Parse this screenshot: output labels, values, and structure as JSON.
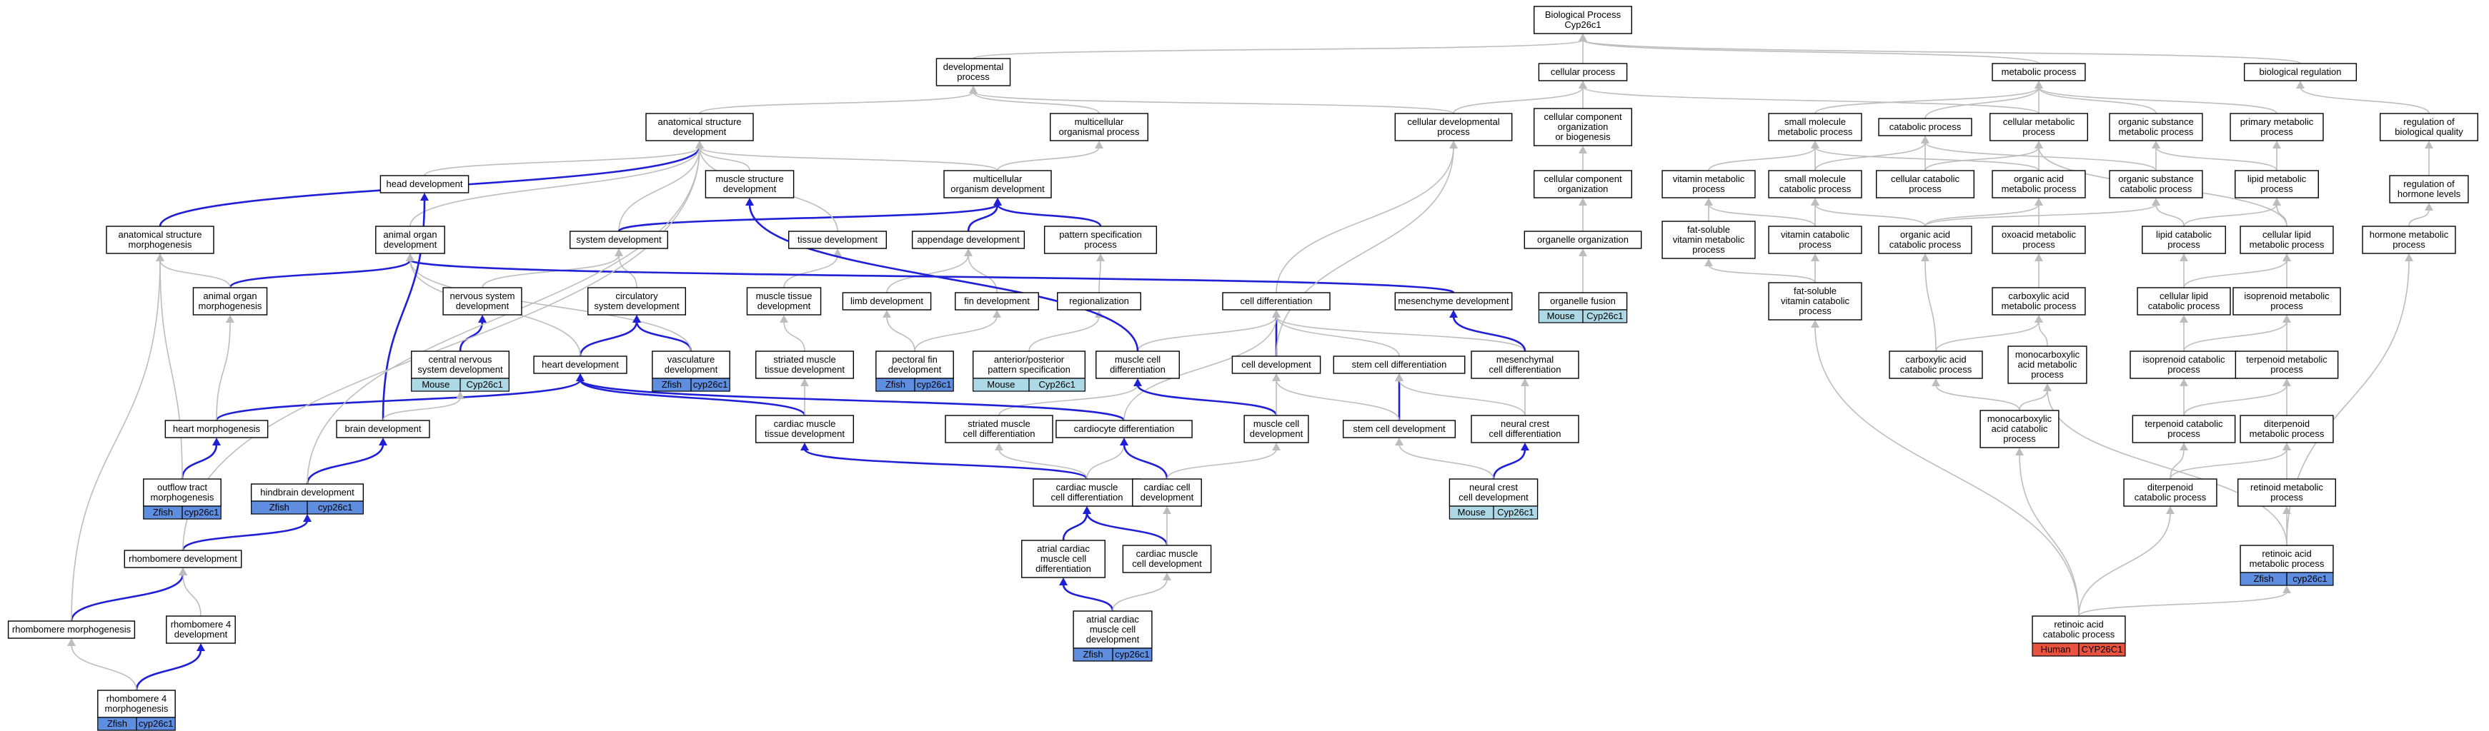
{
  "nodes": [
    {
      "id": "bp",
      "lines": [
        "Biological Process",
        "Cyp26c1"
      ]
    },
    {
      "id": "devp",
      "lines": [
        "developmental",
        "process"
      ]
    },
    {
      "id": "cellp",
      "lines": [
        "cellular process"
      ]
    },
    {
      "id": "metp",
      "lines": [
        "metabolic process"
      ]
    },
    {
      "id": "breg",
      "lines": [
        "biological regulation"
      ]
    },
    {
      "id": "asd",
      "lines": [
        "anatomical structure",
        "development"
      ]
    },
    {
      "id": "mop",
      "lines": [
        "multicellular",
        "organismal process"
      ]
    },
    {
      "id": "cdp",
      "lines": [
        "cellular developmental",
        "process"
      ]
    },
    {
      "id": "ccob",
      "lines": [
        "cellular component",
        "organization",
        "or biogenesis"
      ]
    },
    {
      "id": "smmp",
      "lines": [
        "small molecule",
        "metabolic process"
      ]
    },
    {
      "id": "catp",
      "lines": [
        "catabolic process"
      ]
    },
    {
      "id": "cmp",
      "lines": [
        "cellular metabolic",
        "process"
      ]
    },
    {
      "id": "osmp",
      "lines": [
        "organic substance",
        "metabolic process"
      ]
    },
    {
      "id": "pmp",
      "lines": [
        "primary metabolic",
        "process"
      ]
    },
    {
      "id": "rbq",
      "lines": [
        "regulation of",
        "biological quality"
      ]
    },
    {
      "id": "headdev",
      "lines": [
        "head development"
      ]
    },
    {
      "id": "msd",
      "lines": [
        "muscle structure",
        "development"
      ]
    },
    {
      "id": "mod",
      "lines": [
        "multicellular",
        "organism development"
      ]
    },
    {
      "id": "cco",
      "lines": [
        "cellular component",
        "organization"
      ]
    },
    {
      "id": "vmp",
      "lines": [
        "vitamin metabolic",
        "process"
      ]
    },
    {
      "id": "smcp",
      "lines": [
        "small molecule",
        "catabolic process"
      ]
    },
    {
      "id": "ccp",
      "lines": [
        "cellular catabolic",
        "process"
      ]
    },
    {
      "id": "oamp",
      "lines": [
        "organic acid",
        "metabolic process"
      ]
    },
    {
      "id": "oscp",
      "lines": [
        "organic substance",
        "catabolic process"
      ]
    },
    {
      "id": "lmp",
      "lines": [
        "lipid metabolic",
        "process"
      ]
    },
    {
      "id": "rhl",
      "lines": [
        "regulation of",
        "hormone levels"
      ]
    },
    {
      "id": "asm",
      "lines": [
        "anatomical structure",
        "morphogenesis"
      ]
    },
    {
      "id": "aod",
      "lines": [
        "animal organ",
        "development"
      ]
    },
    {
      "id": "sysdev",
      "lines": [
        "system development"
      ]
    },
    {
      "id": "tisdev",
      "lines": [
        "tissue development"
      ]
    },
    {
      "id": "appdev",
      "lines": [
        "appendage development"
      ]
    },
    {
      "id": "psp",
      "lines": [
        "pattern specification",
        "process"
      ]
    },
    {
      "id": "oo",
      "lines": [
        "organelle organization"
      ]
    },
    {
      "id": "fsvmp",
      "lines": [
        "fat-soluble",
        "vitamin metabolic",
        "process"
      ]
    },
    {
      "id": "vcp",
      "lines": [
        "vitamin catabolic",
        "process"
      ]
    },
    {
      "id": "oacp",
      "lines": [
        "organic acid",
        "catabolic process"
      ]
    },
    {
      "id": "oxamp",
      "lines": [
        "oxoacid metabolic",
        "process"
      ]
    },
    {
      "id": "lcp",
      "lines": [
        "lipid catabolic",
        "process"
      ]
    },
    {
      "id": "clmp",
      "lines": [
        "cellular lipid",
        "metabolic process"
      ]
    },
    {
      "id": "hmp",
      "lines": [
        "hormone metabolic",
        "process"
      ]
    },
    {
      "id": "aom",
      "lines": [
        "animal organ",
        "morphogenesis"
      ]
    },
    {
      "id": "nsd",
      "lines": [
        "nervous system",
        "development"
      ]
    },
    {
      "id": "csd",
      "lines": [
        "circulatory",
        "system development"
      ]
    },
    {
      "id": "mtd",
      "lines": [
        "muscle tissue",
        "development"
      ]
    },
    {
      "id": "limbdev",
      "lines": [
        "limb development"
      ]
    },
    {
      "id": "findev",
      "lines": [
        "fin development"
      ]
    },
    {
      "id": "regz",
      "lines": [
        "regionalization"
      ]
    },
    {
      "id": "celldiff",
      "lines": [
        "cell differentiation"
      ]
    },
    {
      "id": "mesdev",
      "lines": [
        "mesenchyme development"
      ]
    },
    {
      "id": "of",
      "lines": [
        "organelle fusion"
      ],
      "tags": [
        {
          "label": "Mouse",
          "color": "#add8e6"
        },
        {
          "label": "Cyp26c1",
          "color": "#add8e6"
        }
      ]
    },
    {
      "id": "fsvcp",
      "lines": [
        "fat-soluble",
        "vitamin catabolic",
        "process"
      ]
    },
    {
      "id": "camp",
      "lines": [
        "carboxylic acid",
        "metabolic process"
      ]
    },
    {
      "id": "clcp",
      "lines": [
        "cellular lipid",
        "catabolic process"
      ]
    },
    {
      "id": "isomp",
      "lines": [
        "isoprenoid metabolic",
        "process"
      ]
    },
    {
      "id": "cnsd",
      "lines": [
        "central nervous",
        "system development"
      ],
      "tags": [
        {
          "label": "Mouse",
          "color": "#add8e6"
        },
        {
          "label": "Cyp26c1",
          "color": "#add8e6"
        }
      ]
    },
    {
      "id": "vascdev",
      "lines": [
        "vasculature",
        "development"
      ],
      "tags": [
        {
          "label": "Zfish",
          "color": "#5f8de0"
        },
        {
          "label": "cyp26c1",
          "color": "#5f8de0"
        }
      ]
    },
    {
      "id": "heartdev",
      "lines": [
        "heart development"
      ]
    },
    {
      "id": "smtd",
      "lines": [
        "striated muscle",
        "tissue development"
      ]
    },
    {
      "id": "pfd",
      "lines": [
        "pectoral fin",
        "development"
      ],
      "tags": [
        {
          "label": "Zfish",
          "color": "#5f8de0"
        },
        {
          "label": "cyp26c1",
          "color": "#5f8de0"
        }
      ]
    },
    {
      "id": "apps",
      "lines": [
        "anterior/posterior",
        "pattern specification"
      ],
      "tags": [
        {
          "label": "Mouse",
          "color": "#add8e6"
        },
        {
          "label": "Cyp26c1",
          "color": "#add8e6"
        }
      ]
    },
    {
      "id": "mcd",
      "lines": [
        "muscle cell",
        "differentiation"
      ]
    },
    {
      "id": "celldev",
      "lines": [
        "cell development"
      ]
    },
    {
      "id": "scd",
      "lines": [
        "stem cell differentiation"
      ]
    },
    {
      "id": "mescd",
      "lines": [
        "mesenchymal",
        "cell differentiation"
      ]
    },
    {
      "id": "cacp",
      "lines": [
        "carboxylic acid",
        "catabolic process"
      ]
    },
    {
      "id": "mcamp",
      "lines": [
        "monocarboxylic",
        "acid metabolic",
        "process"
      ]
    },
    {
      "id": "isocp",
      "lines": [
        "isoprenoid catabolic",
        "process"
      ]
    },
    {
      "id": "terpmp",
      "lines": [
        "terpenoid metabolic",
        "process"
      ]
    },
    {
      "id": "heartmorph",
      "lines": [
        "heart morphogenesis"
      ]
    },
    {
      "id": "braindev",
      "lines": [
        "brain development"
      ]
    },
    {
      "id": "cmtd",
      "lines": [
        "cardiac muscle",
        "tissue development"
      ]
    },
    {
      "id": "smcd",
      "lines": [
        "striated muscle",
        "cell differentiation"
      ]
    },
    {
      "id": "cardiodiff",
      "lines": [
        "cardiocyte differentiation"
      ]
    },
    {
      "id": "musclecelldev",
      "lines": [
        "muscle cell",
        "development"
      ]
    },
    {
      "id": "stemcelldev",
      "lines": [
        "stem cell development"
      ]
    },
    {
      "id": "ncd",
      "lines": [
        "neural crest",
        "cell differentiation"
      ]
    },
    {
      "id": "mcacp",
      "lines": [
        "monocarboxylic",
        "acid catabolic",
        "process"
      ]
    },
    {
      "id": "terpcp",
      "lines": [
        "terpenoid catabolic",
        "process"
      ]
    },
    {
      "id": "ditermp",
      "lines": [
        "diterpenoid",
        "metabolic process"
      ]
    },
    {
      "id": "otm",
      "lines": [
        "outflow tract",
        "morphogenesis"
      ],
      "tags": [
        {
          "label": "Zfish",
          "color": "#5f8de0"
        },
        {
          "label": "cyp26c1",
          "color": "#5f8de0"
        }
      ]
    },
    {
      "id": "hbd",
      "lines": [
        "hindbrain development"
      ],
      "tags": [
        {
          "label": "Zfish",
          "color": "#5f8de0"
        },
        {
          "label": "cyp26c1",
          "color": "#5f8de0"
        }
      ]
    },
    {
      "id": "cmcd",
      "lines": [
        "cardiac muscle",
        "cell differentiation"
      ]
    },
    {
      "id": "ccd",
      "lines": [
        "cardiac cell",
        "development"
      ]
    },
    {
      "id": "nccd",
      "lines": [
        "neural crest",
        "cell development"
      ],
      "tags": [
        {
          "label": "Mouse",
          "color": "#add8e6"
        },
        {
          "label": "Cyp26c1",
          "color": "#add8e6"
        }
      ]
    },
    {
      "id": "ditercp",
      "lines": [
        "diterpenoid",
        "catabolic process"
      ]
    },
    {
      "id": "retmp",
      "lines": [
        "retinoid metabolic",
        "process"
      ]
    },
    {
      "id": "rhombdev",
      "lines": [
        "rhombomere development"
      ]
    },
    {
      "id": "racmp",
      "lines": [
        "retinoic acid",
        "metabolic process"
      ],
      "tags": [
        {
          "label": "Zfish",
          "color": "#5f8de0"
        },
        {
          "label": "cyp26c1",
          "color": "#5f8de0"
        }
      ]
    },
    {
      "id": "acmcd",
      "lines": [
        "atrial cardiac",
        "muscle cell",
        "differentiation"
      ]
    },
    {
      "id": "cmcdev",
      "lines": [
        "cardiac muscle",
        "cell development"
      ]
    },
    {
      "id": "rhombmorph",
      "lines": [
        "rhombomere morphogenesis"
      ]
    },
    {
      "id": "r4dev",
      "lines": [
        "rhombomere 4",
        "development"
      ]
    },
    {
      "id": "acmcdev",
      "lines": [
        "atrial cardiac",
        "muscle cell",
        "development"
      ],
      "tags": [
        {
          "label": "Zfish",
          "color": "#5f8de0"
        },
        {
          "label": "cyp26c1",
          "color": "#5f8de0"
        }
      ]
    },
    {
      "id": "raccp",
      "lines": [
        "retinoic acid",
        "catabolic process"
      ],
      "tags": [
        {
          "label": "Human",
          "color": "#e8523f"
        },
        {
          "label": "CYP26C1",
          "color": "#e8523f"
        }
      ]
    },
    {
      "id": "r4morph",
      "lines": [
        "rhombomere 4",
        "morphogenesis"
      ],
      "tags": [
        {
          "label": "Zfish",
          "color": "#5f8de0"
        },
        {
          "label": "cyp26c1",
          "color": "#5f8de0"
        }
      ]
    }
  ],
  "edges": [
    [
      "devp",
      "bp",
      "g"
    ],
    [
      "cellp",
      "bp",
      "g"
    ],
    [
      "metp",
      "bp",
      "g"
    ],
    [
      "breg",
      "bp",
      "g"
    ],
    [
      "asd",
      "devp",
      "g"
    ],
    [
      "mop",
      "devp",
      "g"
    ],
    [
      "cdp",
      "devp",
      "g"
    ],
    [
      "cdp",
      "cellp",
      "g"
    ],
    [
      "ccob",
      "cellp",
      "g"
    ],
    [
      "smmp",
      "metp",
      "g"
    ],
    [
      "catp",
      "metp",
      "g"
    ],
    [
      "cmp",
      "metp",
      "g"
    ],
    [
      "cmp",
      "cellp",
      "g"
    ],
    [
      "osmp",
      "metp",
      "g"
    ],
    [
      "pmp",
      "metp",
      "g"
    ],
    [
      "rbq",
      "breg",
      "g"
    ],
    [
      "headdev",
      "asd",
      "g"
    ],
    [
      "msd",
      "asd",
      "g"
    ],
    [
      "mod",
      "asd",
      "g"
    ],
    [
      "mod",
      "mop",
      "g"
    ],
    [
      "cco",
      "ccob",
      "g"
    ],
    [
      "vmp",
      "smmp",
      "g"
    ],
    [
      "smcp",
      "smmp",
      "g"
    ],
    [
      "smcp",
      "catp",
      "g"
    ],
    [
      "ccp",
      "catp",
      "g"
    ],
    [
      "ccp",
      "cmp",
      "g"
    ],
    [
      "oamp",
      "smmp",
      "g"
    ],
    [
      "oamp",
      "cmp",
      "g"
    ],
    [
      "oscp",
      "osmp",
      "g"
    ],
    [
      "oscp",
      "catp",
      "g"
    ],
    [
      "lmp",
      "osmp",
      "g"
    ],
    [
      "lmp",
      "pmp",
      "g"
    ],
    [
      "rhl",
      "rbq",
      "g"
    ],
    [
      "asm",
      "asd",
      "b"
    ],
    [
      "aod",
      "asd",
      "g"
    ],
    [
      "sysdev",
      "asd",
      "g"
    ],
    [
      "sysdev",
      "mod",
      "b"
    ],
    [
      "tisdev",
      "asd",
      "g"
    ],
    [
      "appdev",
      "mod",
      "b"
    ],
    [
      "psp",
      "mod",
      "b"
    ],
    [
      "oo",
      "cco",
      "g"
    ],
    [
      "fsvmp",
      "vmp",
      "g"
    ],
    [
      "vcp",
      "vmp",
      "g"
    ],
    [
      "vcp",
      "smcp",
      "g"
    ],
    [
      "oacp",
      "oamp",
      "g"
    ],
    [
      "oacp",
      "smcp",
      "g"
    ],
    [
      "oacp",
      "oscp",
      "g"
    ],
    [
      "oxamp",
      "oamp",
      "g"
    ],
    [
      "lcp",
      "lmp",
      "g"
    ],
    [
      "lcp",
      "oscp",
      "g"
    ],
    [
      "clmp",
      "lmp",
      "g"
    ],
    [
      "clmp",
      "cmp",
      "g"
    ],
    [
      "hmp",
      "rhl",
      "g"
    ],
    [
      "aom",
      "aod",
      "b"
    ],
    [
      "aom",
      "asm",
      "g"
    ],
    [
      "nsd",
      "sysdev",
      "g"
    ],
    [
      "csd",
      "sysdev",
      "g"
    ],
    [
      "mtd",
      "tisdev",
      "g"
    ],
    [
      "limbdev",
      "appdev",
      "g"
    ],
    [
      "findev",
      "appdev",
      "g"
    ],
    [
      "regz",
      "psp",
      "g"
    ],
    [
      "celldiff",
      "cdp",
      "g"
    ],
    [
      "mesdev",
      "aod",
      "b"
    ],
    [
      "of",
      "oo",
      "g"
    ],
    [
      "fsvcp",
      "fsvmp",
      "g"
    ],
    [
      "fsvcp",
      "vcp",
      "g"
    ],
    [
      "camp",
      "oxamp",
      "g"
    ],
    [
      "clcp",
      "lcp",
      "g"
    ],
    [
      "clcp",
      "clmp",
      "g"
    ],
    [
      "isomp",
      "clmp",
      "g"
    ],
    [
      "cnsd",
      "nsd",
      "b"
    ],
    [
      "vascdev",
      "csd",
      "b"
    ],
    [
      "vascdev",
      "aod",
      "g"
    ],
    [
      "heartdev",
      "csd",
      "b"
    ],
    [
      "heartdev",
      "aod",
      "g"
    ],
    [
      "smtd",
      "mtd",
      "g"
    ],
    [
      "pfd",
      "findev",
      "g"
    ],
    [
      "pfd",
      "limbdev",
      "g"
    ],
    [
      "apps",
      "regz",
      "g"
    ],
    [
      "mcd",
      "celldiff",
      "g"
    ],
    [
      "mcd",
      "msd",
      "b"
    ],
    [
      "celldev",
      "celldiff",
      "b"
    ],
    [
      "celldev",
      "cdp",
      "g"
    ],
    [
      "scd",
      "celldiff",
      "g"
    ],
    [
      "mescd",
      "celldiff",
      "g"
    ],
    [
      "mescd",
      "mesdev",
      "b"
    ],
    [
      "cacp",
      "camp",
      "g"
    ],
    [
      "cacp",
      "oacp",
      "g"
    ],
    [
      "mcamp",
      "camp",
      "g"
    ],
    [
      "isocp",
      "isomp",
      "g"
    ],
    [
      "isocp",
      "clcp",
      "g"
    ],
    [
      "terpmp",
      "isomp",
      "g"
    ],
    [
      "heartmorph",
      "heartdev",
      "b"
    ],
    [
      "heartmorph",
      "aom",
      "g"
    ],
    [
      "braindev",
      "headdev",
      "b"
    ],
    [
      "braindev",
      "cnsd",
      "g"
    ],
    [
      "cmtd",
      "heartdev",
      "b"
    ],
    [
      "cmtd",
      "smtd",
      "g"
    ],
    [
      "smcd",
      "mcd",
      "g"
    ],
    [
      "cardiodiff",
      "heartdev",
      "b"
    ],
    [
      "cardiodiff",
      "celldiff",
      "g"
    ],
    [
      "musclecelldev",
      "mcd",
      "b"
    ],
    [
      "musclecelldev",
      "celldev",
      "g"
    ],
    [
      "stemcelldev",
      "scd",
      "b"
    ],
    [
      "stemcelldev",
      "celldev",
      "g"
    ],
    [
      "ncd",
      "mescd",
      "g"
    ],
    [
      "ncd",
      "scd",
      "g"
    ],
    [
      "mcacp",
      "mcamp",
      "g"
    ],
    [
      "mcacp",
      "cacp",
      "g"
    ],
    [
      "terpcp",
      "terpmp",
      "g"
    ],
    [
      "terpcp",
      "isocp",
      "g"
    ],
    [
      "ditermp",
      "terpmp",
      "g"
    ],
    [
      "otm",
      "heartmorph",
      "b"
    ],
    [
      "otm",
      "asm",
      "g"
    ],
    [
      "hbd",
      "braindev",
      "b"
    ],
    [
      "hbd",
      "asd",
      "g"
    ],
    [
      "cmcd",
      "cmtd",
      "b"
    ],
    [
      "cmcd",
      "cardiodiff",
      "g"
    ],
    [
      "cmcd",
      "smcd",
      "g"
    ],
    [
      "ccd",
      "cardiodiff",
      "b"
    ],
    [
      "ccd",
      "musclecelldev",
      "g"
    ],
    [
      "nccd",
      "ncd",
      "b"
    ],
    [
      "nccd",
      "stemcelldev",
      "g"
    ],
    [
      "ditercp",
      "ditermp",
      "g"
    ],
    [
      "ditercp",
      "terpcp",
      "g"
    ],
    [
      "retmp",
      "ditermp",
      "g"
    ],
    [
      "rhombdev",
      "hbd",
      "b"
    ],
    [
      "rhombdev",
      "asd",
      "g"
    ],
    [
      "racmp",
      "retmp",
      "g"
    ],
    [
      "racmp",
      "mcamp",
      "g"
    ],
    [
      "racmp",
      "hmp",
      "g"
    ],
    [
      "acmcd",
      "cmcd",
      "b"
    ],
    [
      "cmcdev",
      "cmcd",
      "b"
    ],
    [
      "cmcdev",
      "ccd",
      "g"
    ],
    [
      "rhombmorph",
      "rhombdev",
      "b"
    ],
    [
      "rhombmorph",
      "asm",
      "g"
    ],
    [
      "r4dev",
      "rhombdev",
      "g"
    ],
    [
      "acmcdev",
      "acmcd",
      "b"
    ],
    [
      "acmcdev",
      "cmcdev",
      "g"
    ],
    [
      "raccp",
      "racmp",
      "g"
    ],
    [
      "raccp",
      "ditercp",
      "g"
    ],
    [
      "raccp",
      "mcacp",
      "g"
    ],
    [
      "raccp",
      "fsvcp",
      "g"
    ],
    [
      "r4morph",
      "r4dev",
      "b"
    ],
    [
      "r4morph",
      "rhombmorph",
      "g"
    ]
  ]
}
